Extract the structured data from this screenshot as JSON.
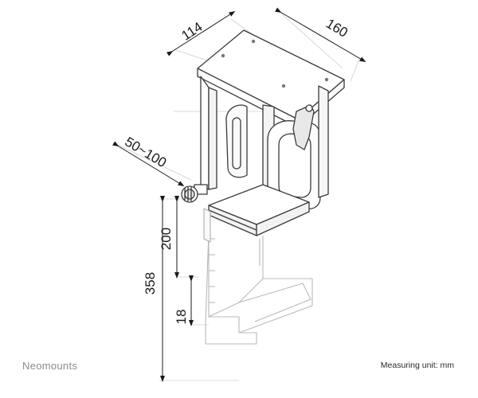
{
  "dimensions": {
    "depth": "114",
    "width": "160",
    "adjust_range": "50~100",
    "height_small": "200",
    "height_total": "358",
    "height_base": "18"
  },
  "footer": {
    "brand": "Neomounts",
    "measuring_unit": "Measuring unit: mm"
  }
}
